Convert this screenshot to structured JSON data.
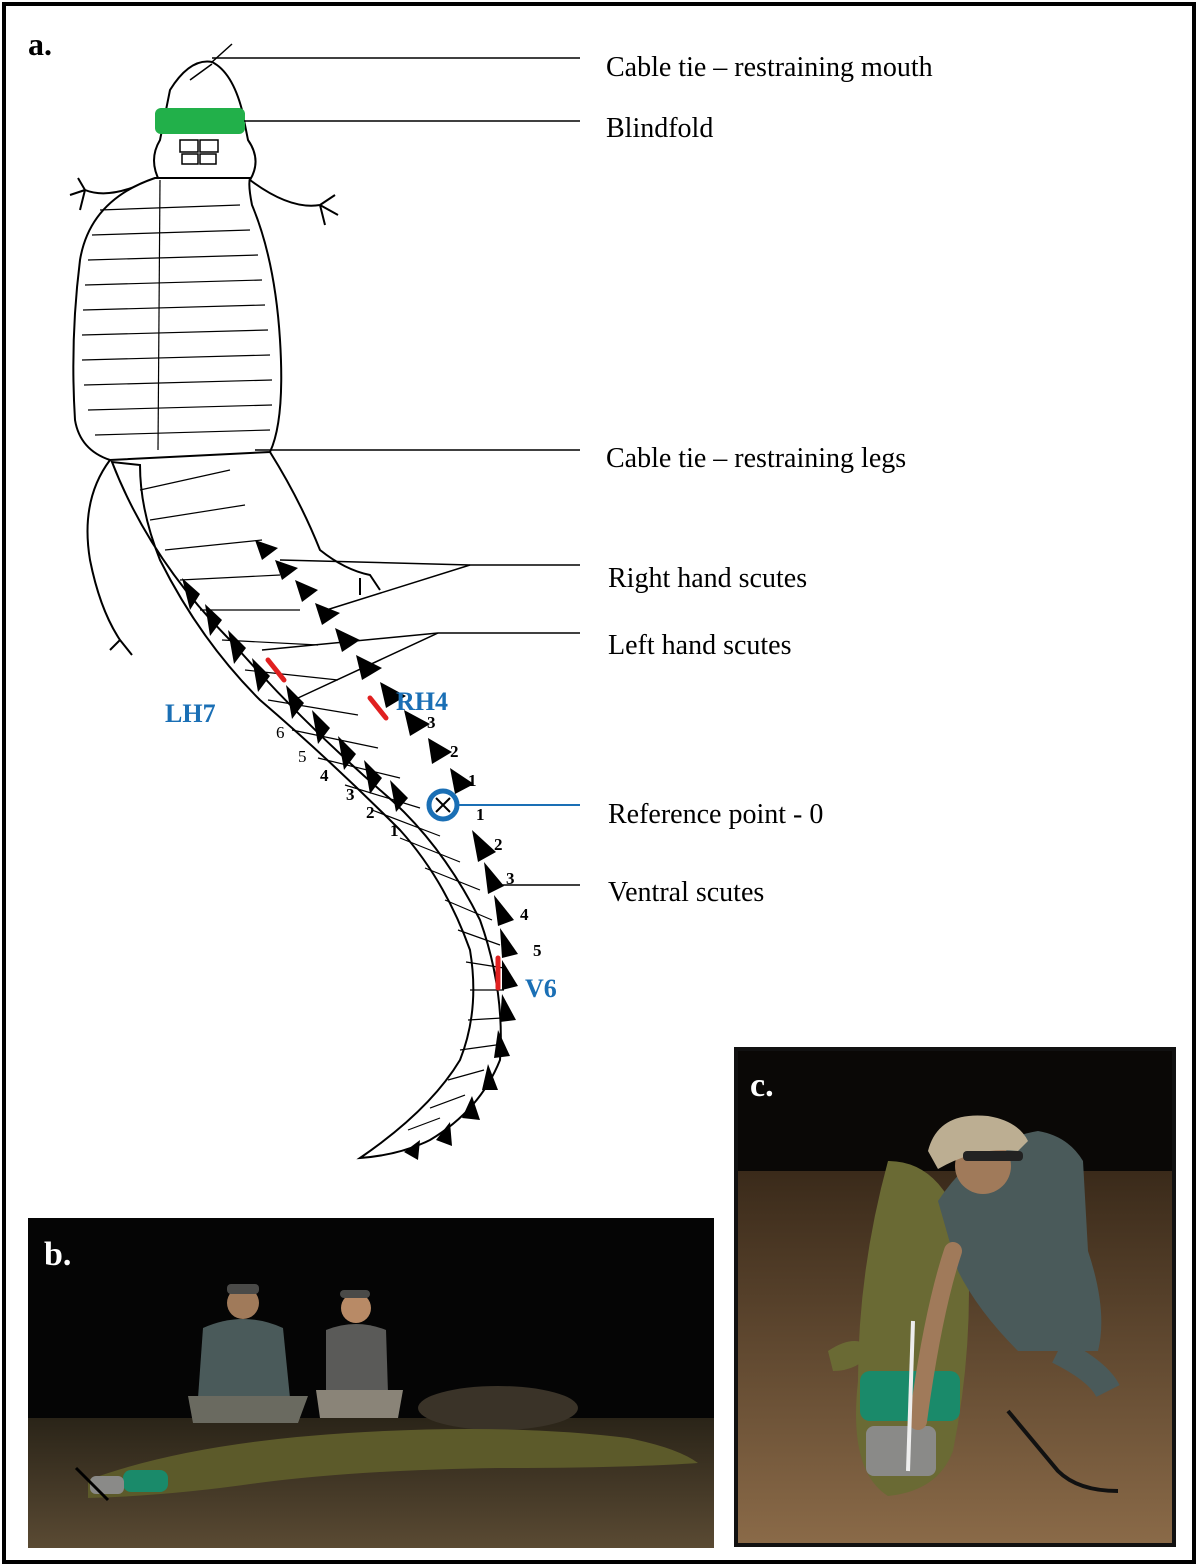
{
  "panels": {
    "a": "a.",
    "b": "b.",
    "c": "c."
  },
  "callouts": {
    "mouth_tie": "Cable tie – restraining mouth",
    "blindfold": "Blindfold",
    "legs_tie": "Cable tie – restraining legs",
    "right_scutes": "Right hand scutes",
    "left_scutes": "Left hand scutes",
    "reference": "Reference point - 0",
    "ventral": "Ventral scutes"
  },
  "markers": {
    "lh7": "LH7",
    "rh4": "RH4",
    "v6": "V6"
  },
  "left_counts": [
    "6",
    "5",
    "4",
    "3",
    "2",
    "1"
  ],
  "right_counts": [
    "3",
    "2",
    "1"
  ],
  "ventral_counts": [
    "1",
    "2",
    "3",
    "4",
    "5"
  ],
  "colors": {
    "blindfold": "#22b04a",
    "marker_text": "#1a6fb5",
    "cut_mark": "#e02020",
    "reference_ring": "#1a6fb5"
  }
}
